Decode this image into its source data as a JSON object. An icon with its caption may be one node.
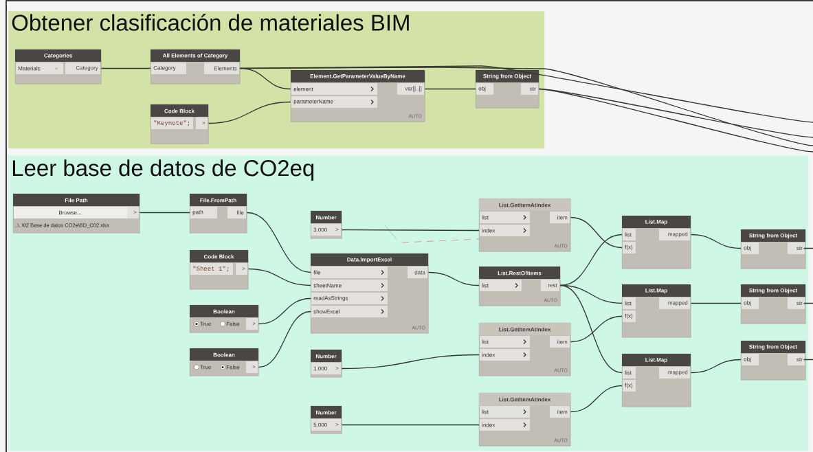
{
  "diagram": {
    "nodes": [
      {
        "text": [
          "Obtener clasificación de materiales BIM"
        ]
      },
      {
        "text": [
          "Categories",
          "Materials",
          "Category"
        ],
        "in": 0
      },
      {
        "text": [
          "All Elements of Category",
          "Category",
          "Elements"
        ],
        "in": 0
      },
      {
        "text": [
          "Code Block",
          "\"Keynote\";",
          ">"
        ],
        "in": 0
      },
      {
        "text": [
          "Element.GetParameterValueByName",
          "element",
          "parameterName",
          "var[]..[]",
          "AUTO"
        ],
        "in": 0
      },
      {
        "text": [
          "String from Object",
          "obj",
          "str"
        ],
        "in": 0
      },
      {
        "text": [
          "Leer base de datos de CO2eq"
        ]
      },
      {
        "text": [
          "File Path",
          "Browse...",
          ">",
          "..\\..\\02 Base de datos CO2e\\BD_C02.xlsx"
        ],
        "in": 6
      },
      {
        "text": [
          "File.FromPath",
          "path",
          "file"
        ],
        "in": 6
      },
      {
        "text": [
          "Code Block",
          "\"Sheet 1\";",
          ">"
        ],
        "in": 6
      },
      {
        "text": [
          "Boolean",
          "True",
          "False",
          ">"
        ],
        "in": 6
      },
      {
        "text": [
          "Boolean",
          "True",
          "False",
          ">"
        ],
        "in": 6
      },
      {
        "text": [
          "Number",
          "3.000",
          ">"
        ],
        "in": 6
      },
      {
        "text": [
          "Data.ImportExcel",
          "file",
          "sheetName",
          "readAsStrings",
          "showExcel",
          "data",
          "AUTO"
        ],
        "in": 6
      },
      {
        "text": [
          "Number",
          "1.000",
          ">"
        ],
        "in": 6
      },
      {
        "text": [
          "Number",
          "5.000",
          ">"
        ],
        "in": 6
      },
      {
        "text": [
          "List.GetItemAtIndex",
          "list",
          "index",
          "item",
          "AUTO"
        ],
        "in": 6
      },
      {
        "text": [
          "List.RestOfItems",
          "list",
          "rest",
          "AUTO"
        ],
        "in": 6
      },
      {
        "text": [
          "List.GetItemAtIndex",
          "list",
          "index",
          "item",
          "AUTO"
        ],
        "in": 6
      },
      {
        "text": [
          "List.GetItemAtIndex",
          "list",
          "index",
          "item",
          "AUTO"
        ],
        "in": 6
      },
      {
        "text": [
          "List.Map",
          "list",
          "f(x)",
          "mapped"
        ],
        "in": 6
      },
      {
        "text": [
          "List.Map",
          "list",
          "f(x)",
          "mapped"
        ],
        "in": 6
      },
      {
        "text": [
          "List.Map",
          "list",
          "f(x)",
          "mapped"
        ],
        "in": 6
      },
      {
        "text": [
          "String from Object",
          "obj",
          "str"
        ],
        "in": 6
      },
      {
        "text": [
          "String from Object",
          "obj",
          "str"
        ],
        "in": 6
      },
      {
        "text": [
          "String from Object",
          "obj",
          "str"
        ],
        "in": 6
      }
    ],
    "edges": [
      {
        "from": 1,
        "to": 2,
        "arrow": "none"
      },
      {
        "from": 2,
        "to": 4,
        "arrow": "none"
      },
      {
        "from": 3,
        "to": 4,
        "arrow": "none"
      },
      {
        "from": 4,
        "to": 5,
        "arrow": "none"
      },
      {
        "from": 2,
        "to": null,
        "arrow": "none"
      },
      {
        "from": 2,
        "to": null,
        "arrow": "none"
      },
      {
        "from": 5,
        "to": null,
        "arrow": "none"
      },
      {
        "from": 5,
        "to": null,
        "arrow": "none"
      },
      {
        "from": 7,
        "to": 8,
        "arrow": "none"
      },
      {
        "from": 8,
        "to": 13,
        "arrow": "none"
      },
      {
        "from": 9,
        "to": 13,
        "arrow": "none"
      },
      {
        "from": 10,
        "to": 13,
        "arrow": "none"
      },
      {
        "from": 11,
        "to": 13,
        "arrow": "none"
      },
      {
        "from": 12,
        "to": 16,
        "arrow": "none"
      },
      {
        "from": 13,
        "to": 17,
        "arrow": "none"
      },
      {
        "from": 17,
        "to": 20,
        "arrow": "none"
      },
      {
        "from": 16,
        "to": 20,
        "arrow": "none"
      },
      {
        "from": 17,
        "to": 21,
        "arrow": "none"
      },
      {
        "from": 18,
        "to": 21,
        "arrow": "none"
      },
      {
        "from": 17,
        "to": 22,
        "arrow": "none"
      },
      {
        "from": 19,
        "to": 22,
        "arrow": "none"
      },
      {
        "from": 14,
        "to": 18,
        "arrow": "none"
      },
      {
        "from": 15,
        "to": 19,
        "arrow": "none"
      },
      {
        "from": 20,
        "to": 23,
        "arrow": "none"
      },
      {
        "from": 21,
        "to": 24,
        "arrow": "none"
      },
      {
        "from": 22,
        "to": 25,
        "arrow": "none"
      },
      {
        "from": 23,
        "to": null,
        "arrow": "none"
      },
      {
        "from": 24,
        "to": null,
        "arrow": "none"
      },
      {
        "from": 25,
        "to": null,
        "arrow": "none"
      }
    ]
  }
}
